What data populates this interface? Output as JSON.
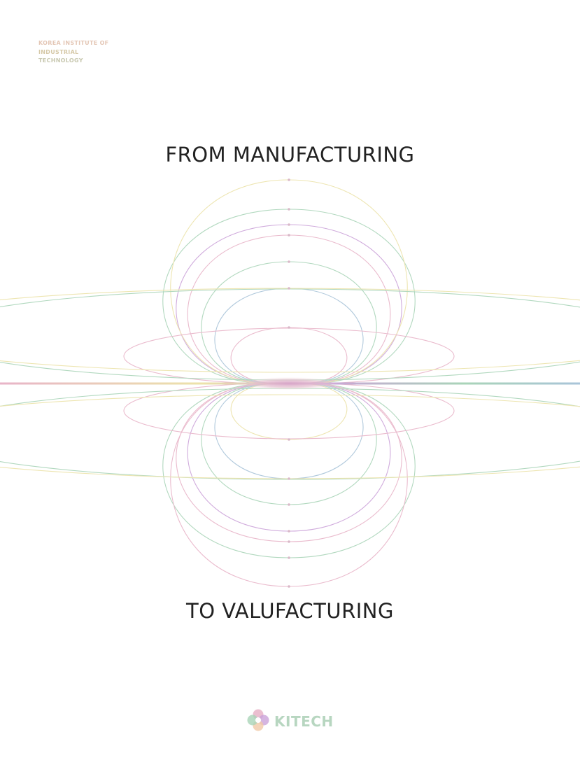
{
  "brand": {
    "line1": "KOREA INSTITUTE OF",
    "line2": "INDUSTRIAL",
    "line3": "TECHNOLOGY"
  },
  "headline": {
    "top": "FROM MANUFACTURING",
    "bottom": "TO VALUFACTURING"
  },
  "logo": {
    "text": "KITECH",
    "icon": "kitech-clover-icon"
  },
  "palette": {
    "pink": "#e8b4c8",
    "green": "#a9d4b8",
    "yellow": "#ece3a9",
    "blue": "#a9c4d9",
    "violet": "#cba2d9",
    "text": "#222222"
  }
}
